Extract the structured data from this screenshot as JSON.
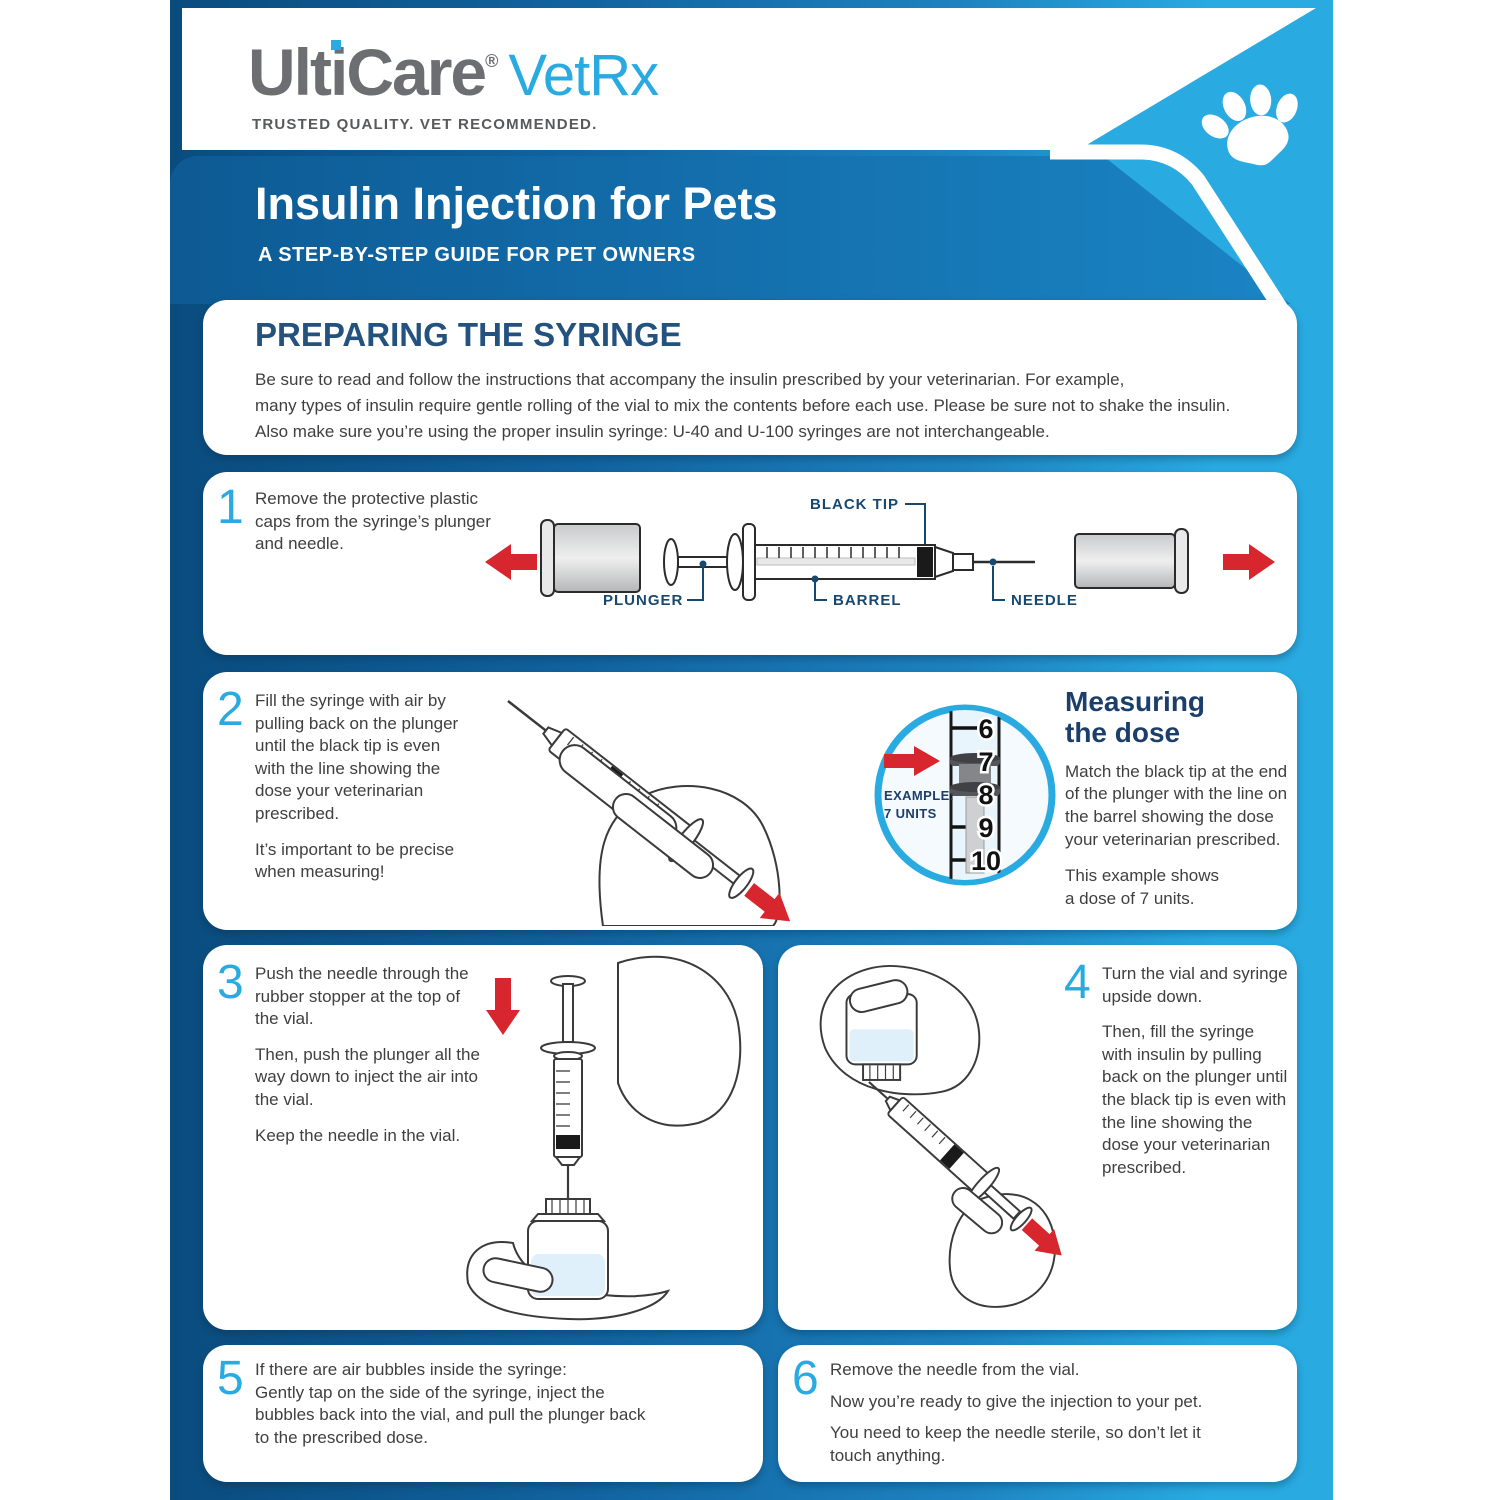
{
  "colors": {
    "accent_blue": "#29abe2",
    "poster_dark_blue": "#0a4c7e",
    "banner_blue_start": "#0d5a94",
    "banner_blue_end": "#1b86c6",
    "heading_navy": "#24527f",
    "label_navy": "#17486f",
    "arrow_red": "#d7262d",
    "logo_gray": "#6d6e71",
    "body_text": "#3f3f3f"
  },
  "header": {
    "logo_pre": "Ult",
    "logo_i": "i",
    "logo_post": "Care",
    "logo_registered": "®",
    "logo_secondary": "VetRx",
    "tagline": "TRUSTED QUALITY. VET RECOMMENDED."
  },
  "banner": {
    "title": "Insulin Injection for Pets",
    "subtitle": "A STEP-BY-STEP GUIDE FOR PET OWNERS"
  },
  "intro": {
    "heading": "PREPARING THE SYRINGE",
    "line1": "Be sure to read and follow the instructions that accompany the insulin prescribed by your veterinarian. For example,",
    "line2": "many types of insulin require gentle rolling of the vial to mix the contents before each use. Please be sure not to shake the insulin.",
    "line3": "Also make sure you’re using the proper insulin syringe: U-40 and U-100 syringes are not interchangeable."
  },
  "steps": [
    {
      "number": "1",
      "p1": "Remove the protective plastic caps from the syringe’s plunger and needle."
    },
    {
      "number": "2",
      "p1": "Fill the syringe with air by pulling back on the plunger until the black tip is even with the line showing the dose your veterinarian prescribed.",
      "p2": "It’s important to be precise when measuring!"
    },
    {
      "number": "3",
      "p1": "Push the needle through the rubber stopper at the top of the vial.",
      "p2": "Then, push the plunger all the way down to inject the air into the vial.",
      "p3": "Keep the needle in the vial."
    },
    {
      "number": "4",
      "p1": "Turn the vial and syringe upside down.",
      "p2": "Then, fill the syringe with insulin by pulling back on the plunger until the black tip is even with the line showing the dose your veterinarian prescribed."
    },
    {
      "number": "5",
      "p1": "If there are air bubbles inside the syringe:\nGently tap on the side of the syringe, inject the bubbles back into the vial, and pull the plunger back to the prescribed dose."
    },
    {
      "number": "6",
      "p1": "Remove the needle from the vial.",
      "p2": "Now you’re ready to give the injection to your pet.",
      "p3": "You need to keep the needle sterile, so don’t let it touch anything."
    }
  ],
  "syringe_diagram": {
    "label_black_tip": "BLACK TIP",
    "label_plunger": "PLUNGER",
    "label_barrel": "BARREL",
    "label_needle": "NEEDLE"
  },
  "measuring": {
    "heading": "Measuring\nthe dose",
    "example_line1": "EXAMPLE:",
    "example_line2": "7 UNITS",
    "scale_ticks": [
      "6",
      "7",
      "8",
      "9",
      "10"
    ],
    "p1": "Match the black tip at the end of the plunger with the line on the barrel showing the dose your veterinarian prescribed.",
    "p2": "This example shows\na dose of 7 units."
  }
}
